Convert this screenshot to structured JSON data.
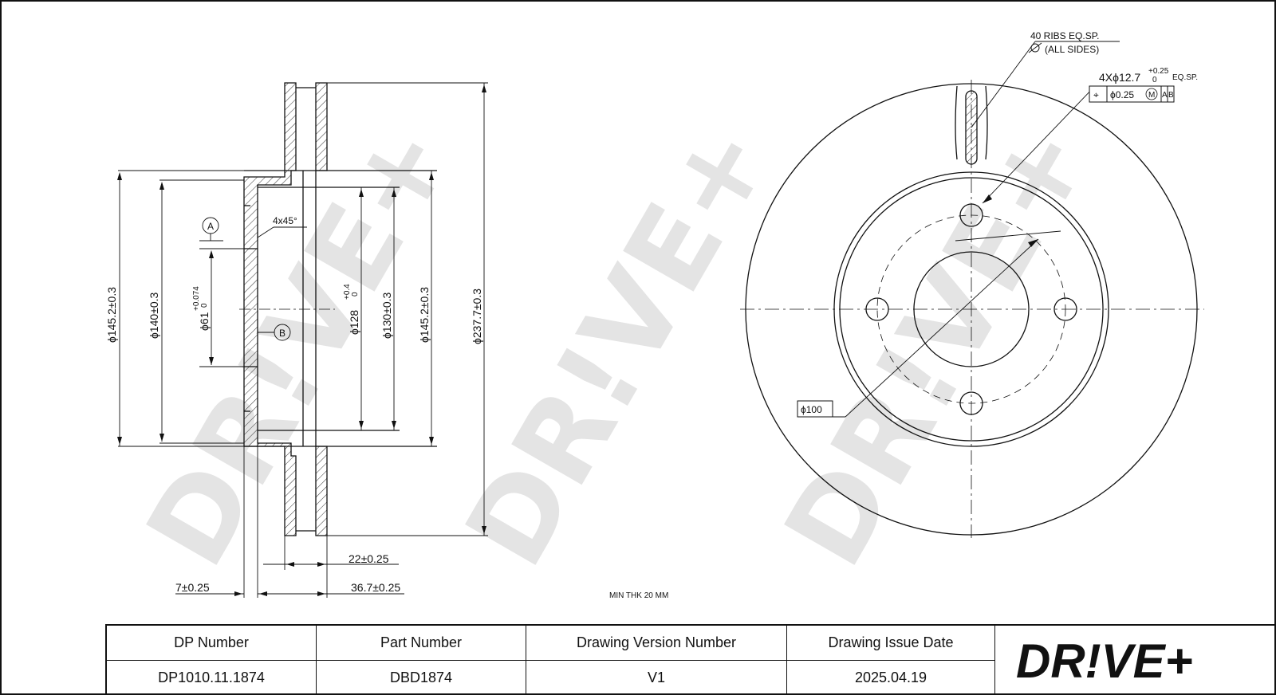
{
  "watermark": "DR!VE+",
  "drawing": {
    "dims_side": {
      "d145_left": "ϕ145.2±0.3",
      "d140": "ϕ140±0.3",
      "d61": "ϕ61",
      "d61_tol_upper": "+0.074",
      "d61_tol_lower": "0",
      "d128": "ϕ128",
      "d128_tol_upper": "+0.4",
      "d128_tol_lower": "0",
      "d130": "ϕ130±0.3",
      "d145_right": "ϕ145.2±0.3",
      "d237": "ϕ237.7±0.3",
      "chamfer": "4x45°",
      "datum_a": "A",
      "datum_b": "B",
      "thickness_22": "22±0.25",
      "offset_7": "7±0.25",
      "height_36": "36.7±0.25"
    },
    "min_thk": "MIN THK 20 MM",
    "front": {
      "ribs_line1": "40 RIBS EQ.SP.",
      "ribs_line2": "(ALL SIDES)",
      "holes": "4Xϕ12.7",
      "holes_tol_upper": "+0.25",
      "holes_tol_lower": "0",
      "holes_eqsp": "EQ.SP.",
      "fcf_position": "⌖",
      "fcf_tol": "ϕ0.25",
      "fcf_mod": "M",
      "fcf_datum_a": "A",
      "fcf_datum_b": "B",
      "pcd": "ϕ100"
    }
  },
  "title_block": {
    "headers": [
      "DP Number",
      "Part Number",
      "Drawing Version Number",
      "Drawing Issue Date"
    ],
    "values": [
      "DP1010.11.1874",
      "DBD1874",
      "V1",
      "2025.04.19"
    ],
    "logo_text": "DR!VE+",
    "logo_color": "#f07d1a"
  }
}
